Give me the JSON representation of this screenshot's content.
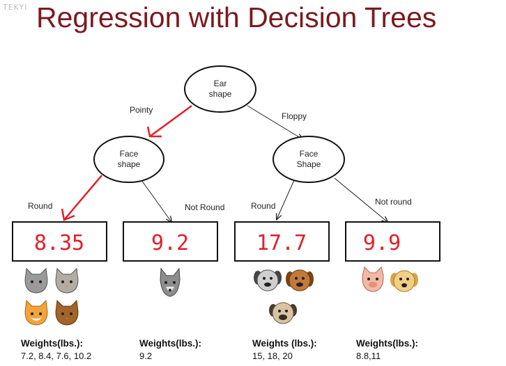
{
  "watermark": "TEKYI",
  "title": "Regression with Decision Trees",
  "root": {
    "line1": "Ear",
    "line2": "shape"
  },
  "left_node": {
    "line1": "Face",
    "line2": "shape"
  },
  "right_node": {
    "line1": "Face",
    "line2": "Shape"
  },
  "edges": {
    "pointy": "Pointy",
    "floppy": "Floppy",
    "left_round": "Round",
    "left_not_round": "Not Round",
    "right_round": "Round",
    "right_not_round": "Not round"
  },
  "leaves": [
    {
      "value": "8.35",
      "weights_label": "Weights(lbs.):",
      "weights": "7.2, 8.4, 7.6, 10.2"
    },
    {
      "value": "9.2",
      "weights_label": "Weights(lbs.):",
      "weights": "9.2"
    },
    {
      "value": "17.7",
      "weights_label": "Weights (lbs.):",
      "weights": "15,  18, 20"
    },
    {
      "value": "9.9",
      "weights_label": "Weights(lbs.):",
      "weights": "8.8,11"
    }
  ],
  "highlight_color": "#e0202a",
  "title_color": "#7b1a1f"
}
